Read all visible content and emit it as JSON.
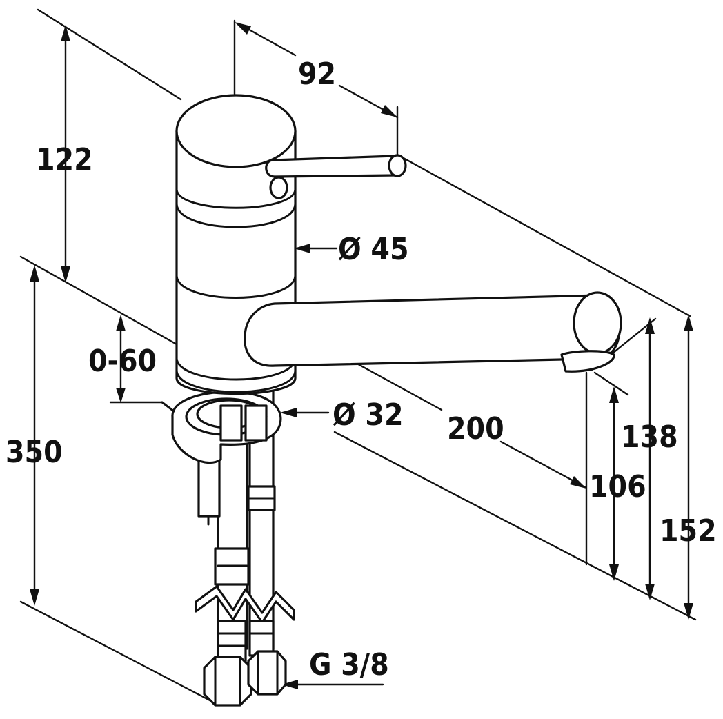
{
  "dimensions": {
    "d92": "92",
    "d122": "122",
    "d45": "Ø 45",
    "d060": "0-60",
    "d32": "Ø 32",
    "d200": "200",
    "d350": "350",
    "d138": "138",
    "d106": "106",
    "d152": "152",
    "thread": "G 3/8"
  }
}
